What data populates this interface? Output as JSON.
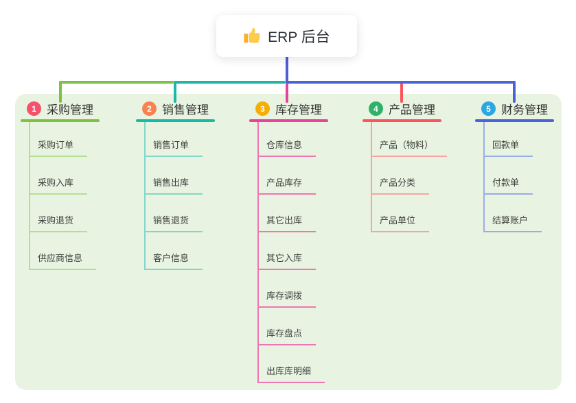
{
  "root": {
    "label": "ERP 后台",
    "icon": "thumbs-up-icon"
  },
  "colors": {
    "page_bg": "#ffffff",
    "panel_bg": "#e8f4e1",
    "root_line": "#4f5ed3",
    "title_text": "#333333",
    "child_text": "#3f3f3f",
    "thumb_main": "#ffcb4c",
    "thumb_cuff": "#ffac33"
  },
  "branches": [
    {
      "num": "1",
      "label": "采购管理",
      "badge_color": "#f4526b",
      "color": "#7cc142",
      "light": "#b7dd92",
      "children": [
        "采购订单",
        "采购入库",
        "采购退货",
        "供应商信息"
      ]
    },
    {
      "num": "2",
      "label": "销售管理",
      "badge_color": "#f78350",
      "color": "#1cb8a6",
      "light": "#82d6c9",
      "children": [
        "销售订单",
        "销售出库",
        "销售退货",
        "客户信息"
      ]
    },
    {
      "num": "3",
      "label": "库存管理",
      "badge_color": "#f6ae01",
      "color": "#e8429b",
      "light": "#f075b4",
      "children": [
        "仓库信息",
        "产品库存",
        "其它出库",
        "其它入库",
        "库存调拨",
        "库存盘点",
        "出库库明细"
      ]
    },
    {
      "num": "4",
      "label": "产品管理",
      "badge_color": "#2eb26a",
      "color": "#f8565c",
      "light": "#f9a2a4",
      "children": [
        "产品（物料）",
        "产品分类",
        "产品单位"
      ]
    },
    {
      "num": "5",
      "label": "财务管理",
      "badge_color": "#2ba7e2",
      "color": "#4a63d6",
      "light": "#9aace9",
      "children": [
        "回款单",
        "付款单",
        "结算账户"
      ]
    }
  ]
}
